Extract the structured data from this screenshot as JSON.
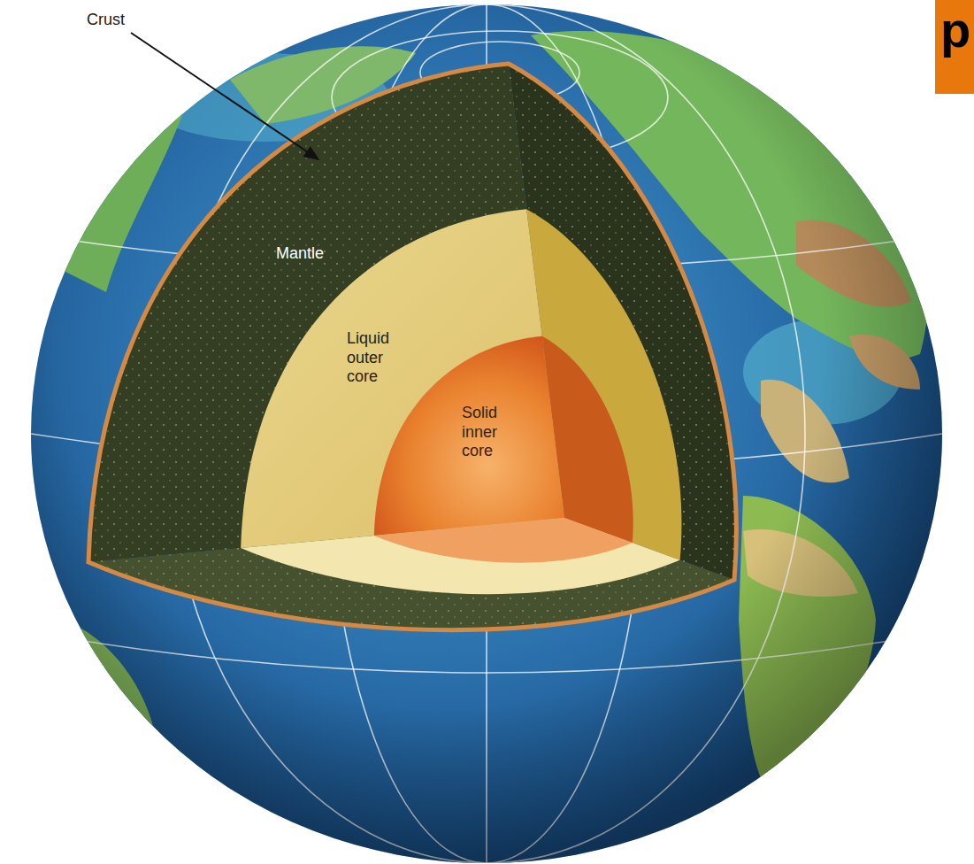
{
  "diagram": {
    "labels": [
      "Crust",
      "Mantle",
      "Liquid outer core",
      "Solid inner core",
      "p"
    ]
  }
}
